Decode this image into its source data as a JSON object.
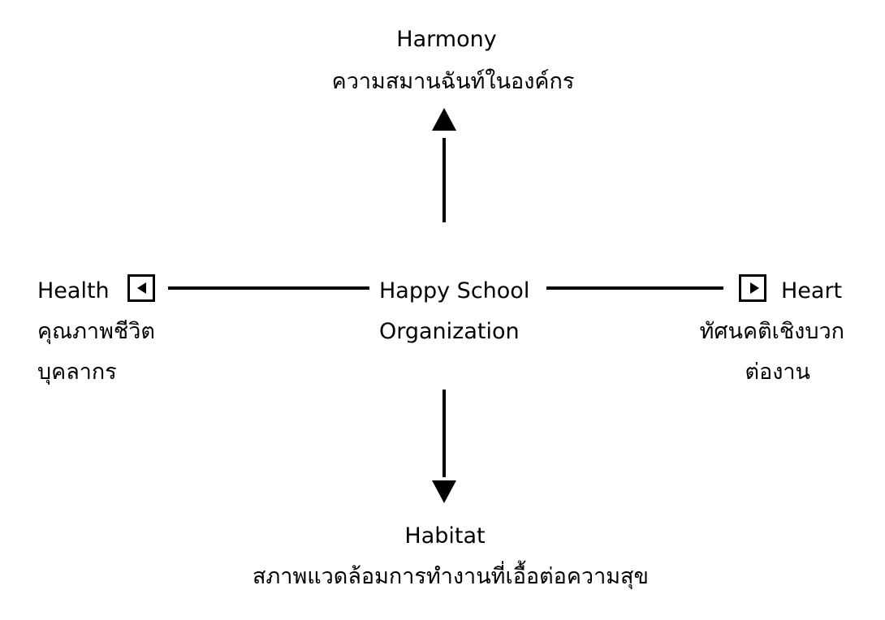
{
  "center": {
    "line1": "Happy School",
    "line2": "Organization"
  },
  "top": {
    "title": "Harmony",
    "subtitle": "ความสมานฉันท์ในองค์กร"
  },
  "bottom": {
    "title": "Habitat",
    "subtitle": "สภาพแวดล้อมการทำงานที่เอื้อต่อความสุข"
  },
  "left": {
    "title": "Health",
    "line2": "คุณภาพชีวิต",
    "line3": "บุคลากร",
    "icon": "triangle-left-boxed-icon"
  },
  "right": {
    "title": "Heart",
    "line2": "ทัศนคติเชิงบวก",
    "line3": "ต่องาน",
    "icon": "triangle-right-boxed-icon"
  }
}
